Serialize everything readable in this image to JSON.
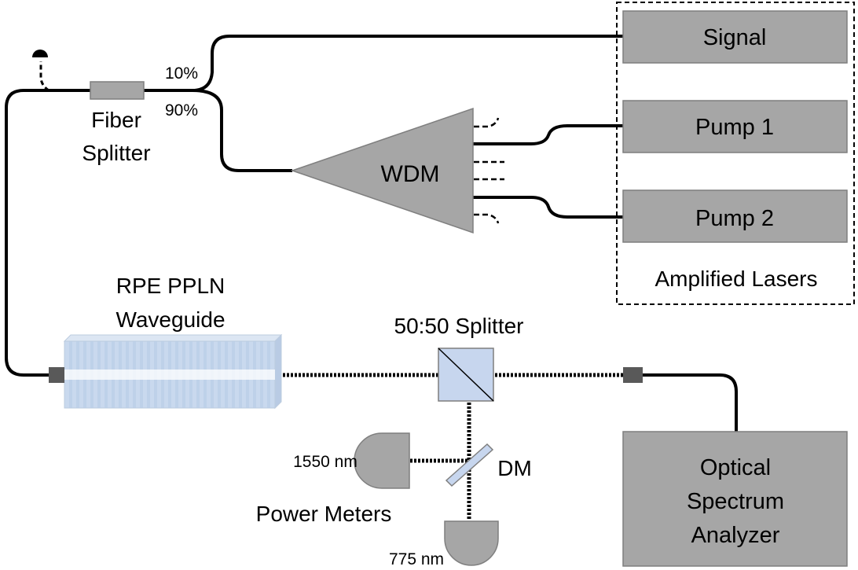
{
  "labels": {
    "percent_10": "10%",
    "percent_90": "90%",
    "fiber_splitter_line1": "Fiber",
    "fiber_splitter_line2": "Splitter",
    "wdm": "WDM",
    "signal": "Signal",
    "pump1": "Pump 1",
    "pump2": "Pump 2",
    "amplified_lasers": "Amplified Lasers",
    "waveguide_line1": "RPE PPLN",
    "waveguide_line2": "Waveguide",
    "splitter_5050": "50:50 Splitter",
    "dm": "DM",
    "nm1550": "1550 nm",
    "nm775": "775 nm",
    "power_meters": "Power Meters",
    "osa_line1": "Optical",
    "osa_line2": "Spectrum",
    "osa_line3": "Analyzer"
  },
  "colors": {
    "component_fill": "#a6a6a6",
    "component_stroke": "#7f7f7f",
    "fiber": "#000000",
    "connector": "#595959",
    "waveguide_fill": "#c9d9ee",
    "beamsplitter_fill": "#c7d6ee"
  }
}
